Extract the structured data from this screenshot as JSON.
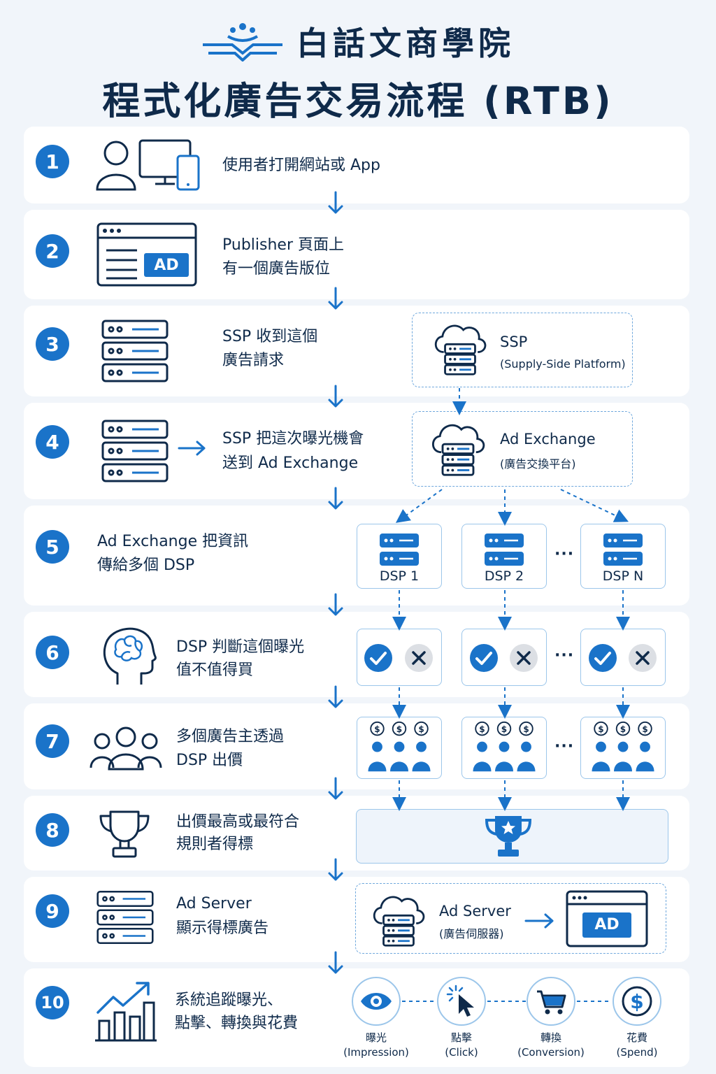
{
  "brand": {
    "name": "白話文商學院"
  },
  "title": "程式化廣告交易流程 (RTB)",
  "steps": [
    {
      "num": "1",
      "line1": "使用者打開網站或 App"
    },
    {
      "num": "2",
      "line1": "Publisher 頁面上",
      "line2": "有一個廣告版位",
      "ad_label": "AD"
    },
    {
      "num": "3",
      "line1": "SSP 收到這個",
      "line2": "廣告請求"
    },
    {
      "num": "4",
      "line1": "SSP 把這次曝光機會",
      "line2": "送到 Ad Exchange"
    },
    {
      "num": "5",
      "line1": "Ad Exchange 把資訊",
      "line2": "傳給多個 DSP"
    },
    {
      "num": "6",
      "line1": "DSP 判斷這個曝光",
      "line2": "值不值得買"
    },
    {
      "num": "7",
      "line1": "多個廣告主透過",
      "line2": "DSP 出價"
    },
    {
      "num": "8",
      "line1": "出價最高或最符合",
      "line2": "規則者得標"
    },
    {
      "num": "9",
      "line1": "Ad Server",
      "line2": "顯示得標廣告"
    },
    {
      "num": "10",
      "line1": "系統追蹤曝光、",
      "line2": "點擊、轉換與花費"
    }
  ],
  "ssp_box": {
    "name": "SSP",
    "sub": "(Supply-Side Platform)"
  },
  "adx_box": {
    "name": "Ad Exchange",
    "sub": "(廣告交換平台)"
  },
  "dsps": [
    "DSP 1",
    "DSP 2",
    "DSP N"
  ],
  "ellipsis": "···",
  "ad_server_box": {
    "name": "Ad Server",
    "sub": "(廣告伺服器)",
    "ad_label": "AD"
  },
  "metrics": [
    {
      "label": "曝光",
      "sub": "(Impression)",
      "icon": "eye-icon"
    },
    {
      "label": "點擊",
      "sub": "(Click)",
      "icon": "cursor-click-icon"
    },
    {
      "label": "轉換",
      "sub": "(Conversion)",
      "icon": "cart-icon"
    },
    {
      "label": "花費",
      "sub": "(Spend)",
      "icon": "dollar-icon"
    }
  ],
  "colors": {
    "primary": "#1a73c9",
    "navy": "#0f2a4a",
    "dashed": "#6fa8dd",
    "background": "#f1f5fa"
  }
}
